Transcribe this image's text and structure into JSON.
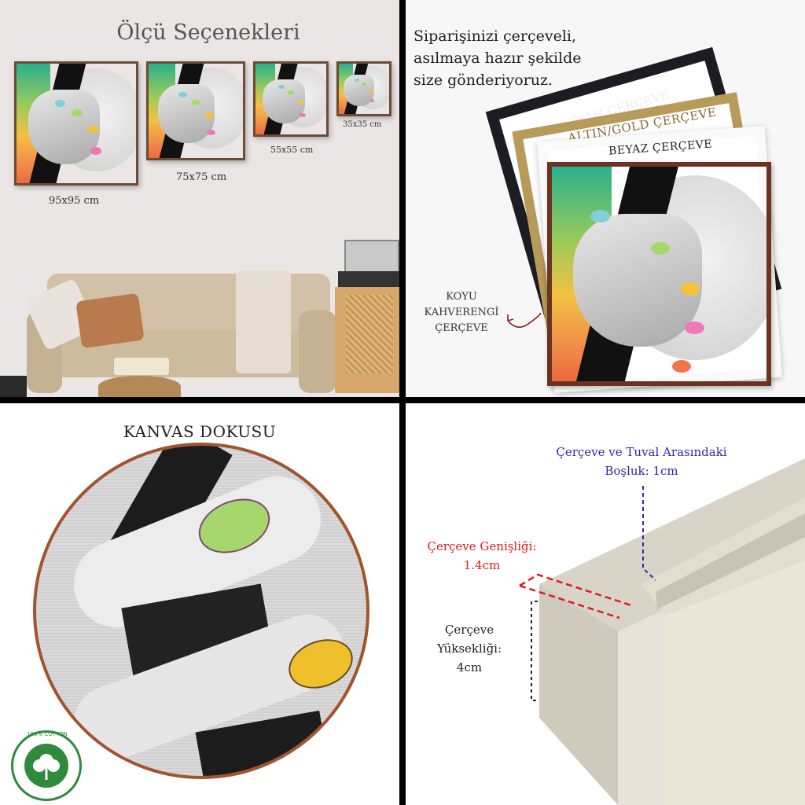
{
  "panel1": {
    "title": "Ölçü Seçenekleri",
    "sizes": [
      "95x95 cm",
      "75x75 cm",
      "55x55 cm",
      "35x35 cm"
    ]
  },
  "panel2": {
    "intro_lines": [
      "Siparişinizi çerçeveli,",
      "asılmaya hazır şekilde",
      "size gönderiyoruz."
    ],
    "frames": {
      "black": "SİYAH ÇERÇEVE",
      "gold": "ALTIN/GOLD ÇERÇEVE",
      "white": "BEYAZ ÇERÇEVE"
    },
    "brown_label_lines": [
      "KOYU",
      "KAHVERENGİ",
      "ÇERÇEVE"
    ]
  },
  "panel3": {
    "title": "KANVAS DOKUSU",
    "badge_text": "100% COTTON"
  },
  "panel4": {
    "gap_label_lines": [
      "Çerçeve ve Tuval Arasındaki",
      "Boşluk: 1cm"
    ],
    "width_label_lines": [
      "Çerçeve Genişliği:",
      "1.4cm"
    ],
    "height_label_lines": [
      "Çerçeve",
      "Yüksekliği:",
      "4cm"
    ]
  },
  "colors": {
    "label_blue": "#2b2ba8",
    "label_red": "#e11a1a",
    "frame_brown": "#6b3422",
    "frame_gold": "#b89a5a",
    "frame_black": "#1c1c22"
  }
}
